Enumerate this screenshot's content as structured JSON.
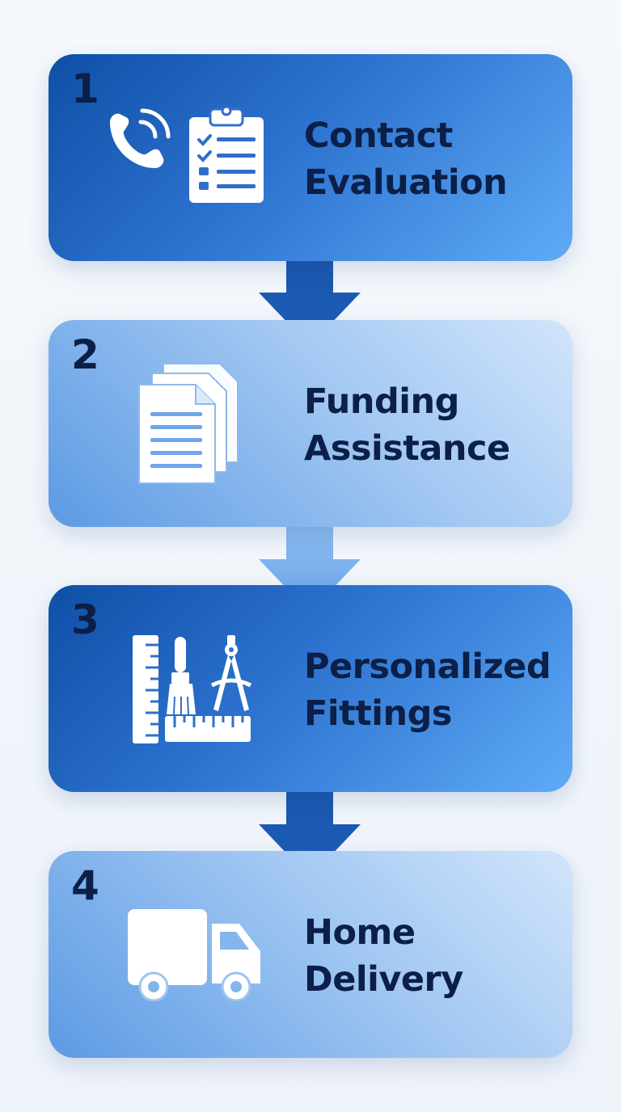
{
  "steps": [
    {
      "number": "1",
      "title_line1": "Contact",
      "title_line2": "Evaluation",
      "icons": [
        "phone-icon",
        "clipboard-checklist-icon"
      ]
    },
    {
      "number": "2",
      "title_line1": "Funding",
      "title_line2": "Assistance",
      "icons": [
        "documents-icon"
      ]
    },
    {
      "number": "3",
      "title_line1": "Personalized",
      "title_line2": "Fittings",
      "icons": [
        "ruler-icon",
        "brush-icon",
        "compass-icon"
      ]
    },
    {
      "number": "4",
      "title_line1": "Home",
      "title_line2": "Delivery",
      "icons": [
        "delivery-truck-icon"
      ]
    }
  ],
  "colors": {
    "dark_card_start": "#0f4fa6",
    "dark_card_end": "#5fabf7",
    "light_card_start": "#5c9ae4",
    "light_card_end": "#d2e5fb",
    "text": "#0b1f47",
    "arrow_dark": "#1d5fb8",
    "arrow_light": "#7fb3ee",
    "icon": "#ffffff"
  }
}
